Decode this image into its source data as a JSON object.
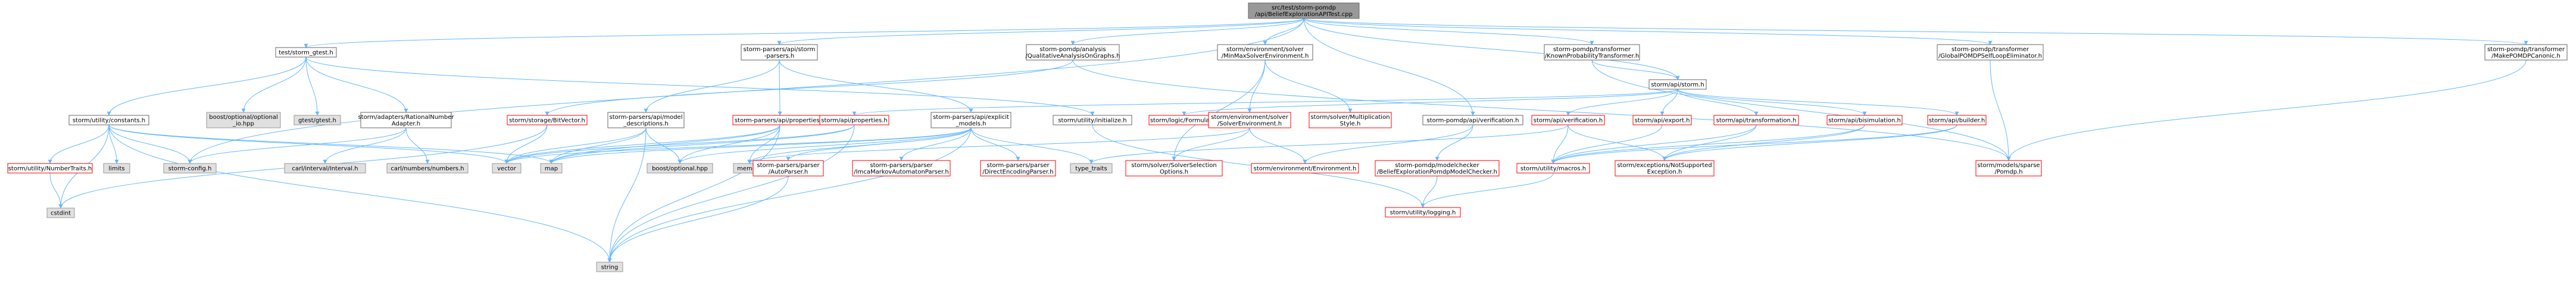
{
  "graph": {
    "nodes": [
      {
        "id": "root",
        "lines": [
          "src/test/storm-pomdp",
          "/api/BeliefExplorationAPITest.cpp"
        ],
        "kind": "root"
      },
      {
        "id": "test_gtest",
        "lines": [
          "test/storm_gtest.h"
        ],
        "kind": "normal"
      },
      {
        "id": "parsers_api",
        "lines": [
          "storm-parsers/api/storm",
          "-parsers.h"
        ],
        "kind": "normal"
      },
      {
        "id": "qualitative",
        "lines": [
          "storm-pomdp/analysis",
          "/QualitativeAnalysisOnGraphs.h"
        ],
        "kind": "normal"
      },
      {
        "id": "minmax",
        "lines": [
          "storm/environment/solver",
          "/MinMaxSolverEnvironment.h"
        ],
        "kind": "normal"
      },
      {
        "id": "known_prob",
        "lines": [
          "storm-pomdp/transformer",
          "/KnownProbabilityTransformer.h"
        ],
        "kind": "normal"
      },
      {
        "id": "global_elim",
        "lines": [
          "storm-pomdp/transformer",
          "/GlobalPOMDPSelfLoopEliminator.h"
        ],
        "kind": "normal"
      },
      {
        "id": "make_canonic",
        "lines": [
          "storm-pomdp/transformer",
          "/MakePOMDPCanonic.h"
        ],
        "kind": "normal"
      },
      {
        "id": "api_storm",
        "lines": [
          "storm/api/storm.h"
        ],
        "kind": "normal"
      },
      {
        "id": "utility_constants",
        "lines": [
          "storm/utility/constants.h"
        ],
        "kind": "normal"
      },
      {
        "id": "boost_optional_io",
        "lines": [
          "boost/optional/optional",
          "_io.hpp"
        ],
        "kind": "system"
      },
      {
        "id": "gtest",
        "lines": [
          "gtest/gtest.h"
        ],
        "kind": "system"
      },
      {
        "id": "rational_number",
        "lines": [
          "storm/adapters/RationalNumber",
          "Adapter.h"
        ],
        "kind": "normal"
      },
      {
        "id": "bitvector",
        "lines": [
          "storm/storage/BitVector.h"
        ],
        "kind": "missing"
      },
      {
        "id": "model_desc",
        "lines": [
          "storm-parsers/api/model",
          "_descriptions.h"
        ],
        "kind": "normal"
      },
      {
        "id": "api_properties_parsers",
        "lines": [
          "storm-parsers/api/properties.h"
        ],
        "kind": "missing"
      },
      {
        "id": "explicit_models",
        "lines": [
          "storm-parsers/api/explicit",
          "_models.h"
        ],
        "kind": "normal"
      },
      {
        "id": "utility_initialize",
        "lines": [
          "storm/utility/initialize.h"
        ],
        "kind": "normal"
      },
      {
        "id": "logic_formulas",
        "lines": [
          "storm/logic/Formulas.h"
        ],
        "kind": "missing"
      },
      {
        "id": "env_solver",
        "lines": [
          "storm/environment/solver",
          "/SolverEnvironment.h"
        ],
        "kind": "missing"
      },
      {
        "id": "multiplication_style",
        "lines": [
          "storm/solver/Multiplication",
          "Style.h"
        ],
        "kind": "missing"
      },
      {
        "id": "pomdp_verification",
        "lines": [
          "storm-pomdp/api/verification.h"
        ],
        "kind": "normal"
      },
      {
        "id": "api_verification",
        "lines": [
          "storm/api/verification.h"
        ],
        "kind": "missing"
      },
      {
        "id": "api_export",
        "lines": [
          "storm/api/export.h"
        ],
        "kind": "missing"
      },
      {
        "id": "api_transformation",
        "lines": [
          "storm/api/transformation.h"
        ],
        "kind": "missing"
      },
      {
        "id": "api_bisimulation",
        "lines": [
          "storm/api/bisimulation.h"
        ],
        "kind": "missing"
      },
      {
        "id": "api_builder",
        "lines": [
          "storm/api/builder.h"
        ],
        "kind": "missing"
      },
      {
        "id": "api_properties",
        "lines": [
          "storm/api/properties.h"
        ],
        "kind": "missing"
      },
      {
        "id": "number_traits",
        "lines": [
          "storm/utility/NumberTraits.h"
        ],
        "kind": "missing"
      },
      {
        "id": "limits",
        "lines": [
          "limits"
        ],
        "kind": "system"
      },
      {
        "id": "storm_config",
        "lines": [
          "storm-config.h"
        ],
        "kind": "system"
      },
      {
        "id": "carl_interval",
        "lines": [
          "carl/interval/Interval.h"
        ],
        "kind": "system"
      },
      {
        "id": "carl_numbers",
        "lines": [
          "carl/numbers/numbers.h"
        ],
        "kind": "system"
      },
      {
        "id": "vector",
        "lines": [
          "vector"
        ],
        "kind": "system"
      },
      {
        "id": "map",
        "lines": [
          "map"
        ],
        "kind": "system"
      },
      {
        "id": "boost_optional",
        "lines": [
          "boost/optional.hpp"
        ],
        "kind": "system"
      },
      {
        "id": "memory",
        "lines": [
          "memory"
        ],
        "kind": "system"
      },
      {
        "id": "auto_parser",
        "lines": [
          "storm-parsers/parser",
          "/AutoParser.h"
        ],
        "kind": "missing"
      },
      {
        "id": "imca_parser",
        "lines": [
          "storm-parsers/parser",
          "/ImcaMarkovAutomatonParser.h"
        ],
        "kind": "missing"
      },
      {
        "id": "direct_encoding",
        "lines": [
          "storm-parsers/parser",
          "/DirectEncodingParser.h"
        ],
        "kind": "missing"
      },
      {
        "id": "type_traits",
        "lines": [
          "type_traits"
        ],
        "kind": "system"
      },
      {
        "id": "solver_selection",
        "lines": [
          "storm/solver/SolverSelection",
          "Options.h"
        ],
        "kind": "missing"
      },
      {
        "id": "environment_h",
        "lines": [
          "storm/environment/Environment.h"
        ],
        "kind": "missing"
      },
      {
        "id": "belief_checker",
        "lines": [
          "storm-pomdp/modelchecker",
          "/BeliefExplorationPomdpModelChecker.h"
        ],
        "kind": "missing"
      },
      {
        "id": "macros",
        "lines": [
          "storm/utility/macros.h"
        ],
        "kind": "missing"
      },
      {
        "id": "not_supported",
        "lines": [
          "storm/exceptions/NotSupported",
          "Exception.h"
        ],
        "kind": "missing"
      },
      {
        "id": "sparse_pomdp",
        "lines": [
          "storm/models/sparse",
          "/Pomdp.h"
        ],
        "kind": "missing"
      },
      {
        "id": "cstdint",
        "lines": [
          "cstdint"
        ],
        "kind": "system"
      },
      {
        "id": "string",
        "lines": [
          "string"
        ],
        "kind": "system"
      },
      {
        "id": "logging",
        "lines": [
          "storm/utility/logging.h"
        ],
        "kind": "missing"
      }
    ]
  }
}
